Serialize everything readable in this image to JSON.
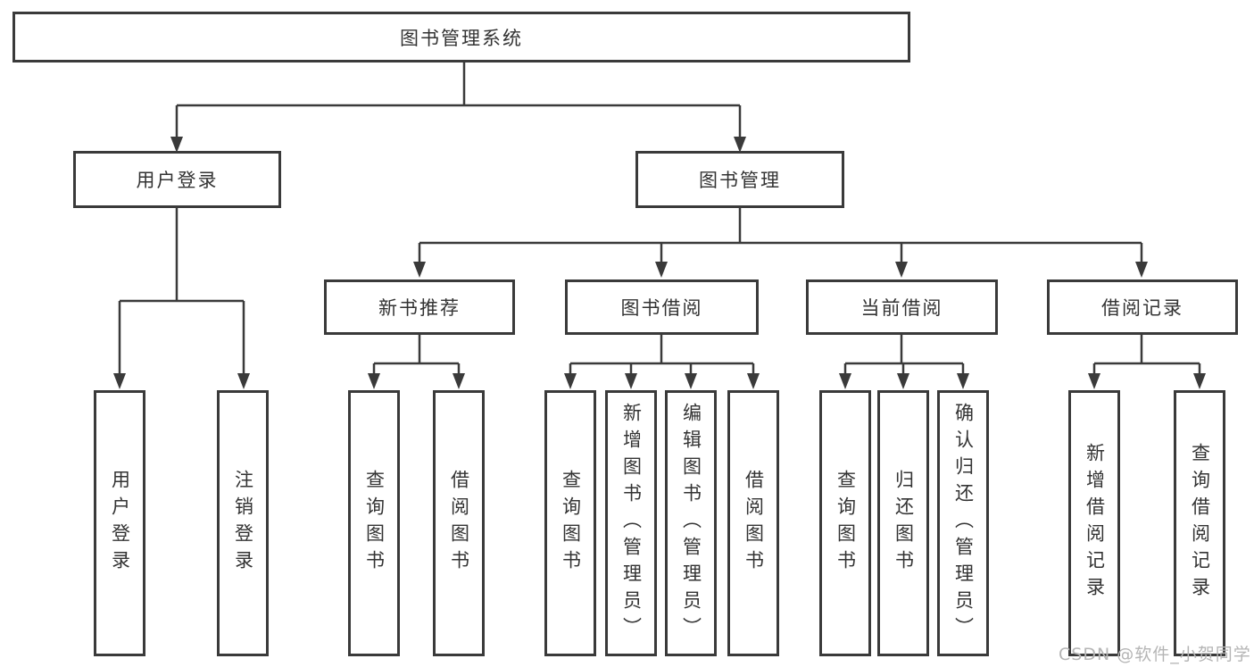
{
  "diagram": {
    "title_node": "图书管理系统",
    "level2": [
      "用户登录",
      "图书管理"
    ],
    "level3": [
      "新书推荐",
      "图书借阅",
      "当前借阅",
      "借阅记录"
    ],
    "leaves_login": [
      "用户登录",
      "注销登录"
    ],
    "leaves_newbook": [
      "查询图书",
      "借阅图书"
    ],
    "leaves_borrow": [
      "查询图书",
      "新增图书（管理员）",
      "编辑图书（管理员）",
      "借阅图书"
    ],
    "leaves_current": [
      "查询图书",
      "归还图书",
      "确认归还（管理员）"
    ],
    "leaves_record": [
      "新增借阅记录",
      "查询借阅记录"
    ]
  },
  "watermark": "CSDN @软件_小贺同学",
  "colors": {
    "line": "#3a3a3a",
    "box_border": "#3a3a3a",
    "text": "#333333",
    "background": "#ffffff",
    "watermark": "#b5b5b5"
  }
}
